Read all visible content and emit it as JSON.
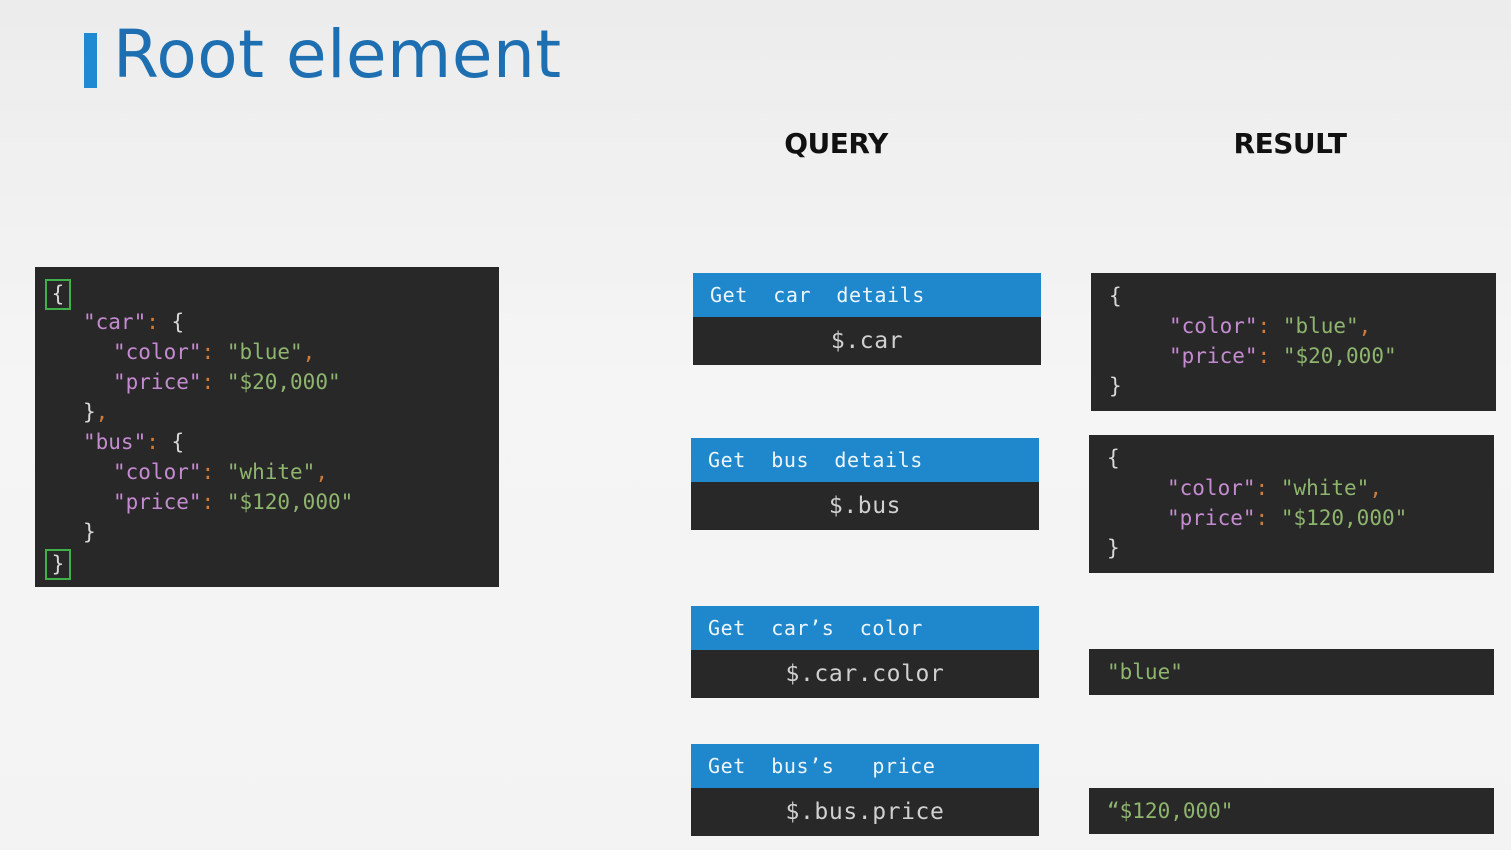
{
  "title": "Root element",
  "columns": {
    "query": "QUERY",
    "result": "RESULT"
  },
  "source_json": {
    "open_brace": "{",
    "close_brace": "}",
    "car_key": "\"car\"",
    "bus_key": "\"bus\"",
    "color_key": "\"color\"",
    "price_key": "\"price\"",
    "car_color": "\"blue\"",
    "car_price": "\"$20,000\"",
    "bus_color": "\"white\"",
    "bus_price": "\"$120,000\""
  },
  "queries": [
    {
      "label": "Get  car  details",
      "expression": "$.car"
    },
    {
      "label": "Get  bus  details",
      "expression": "$.bus"
    },
    {
      "label": "Get  car’s  color",
      "expression": "$.car.color"
    },
    {
      "label": "Get  bus’s   price",
      "expression": "$.bus.price"
    }
  ],
  "results": [
    {
      "open": "{",
      "color_key": "\"color\"",
      "color_value": "\"blue\"",
      "price_key": "\"price\"",
      "price_value": "\"$20,000\"",
      "close": "}"
    },
    {
      "open": "{",
      "color_key": "\"color\"",
      "color_value": "\"white\"",
      "price_key": "\"price\"",
      "price_value": "\"$120,000\"",
      "close": "}"
    },
    {
      "value": "\"blue\""
    },
    {
      "value": "“$120,000\""
    }
  ],
  "colors": {
    "accent_blue": "#1f87cc",
    "title_blue": "#1d6fb1",
    "code_background": "#282828",
    "json_key": "#c48bd0",
    "json_string": "#8eb56d",
    "json_punctuation": "#cf7b3c",
    "root_highlight": "#3fb04a"
  }
}
